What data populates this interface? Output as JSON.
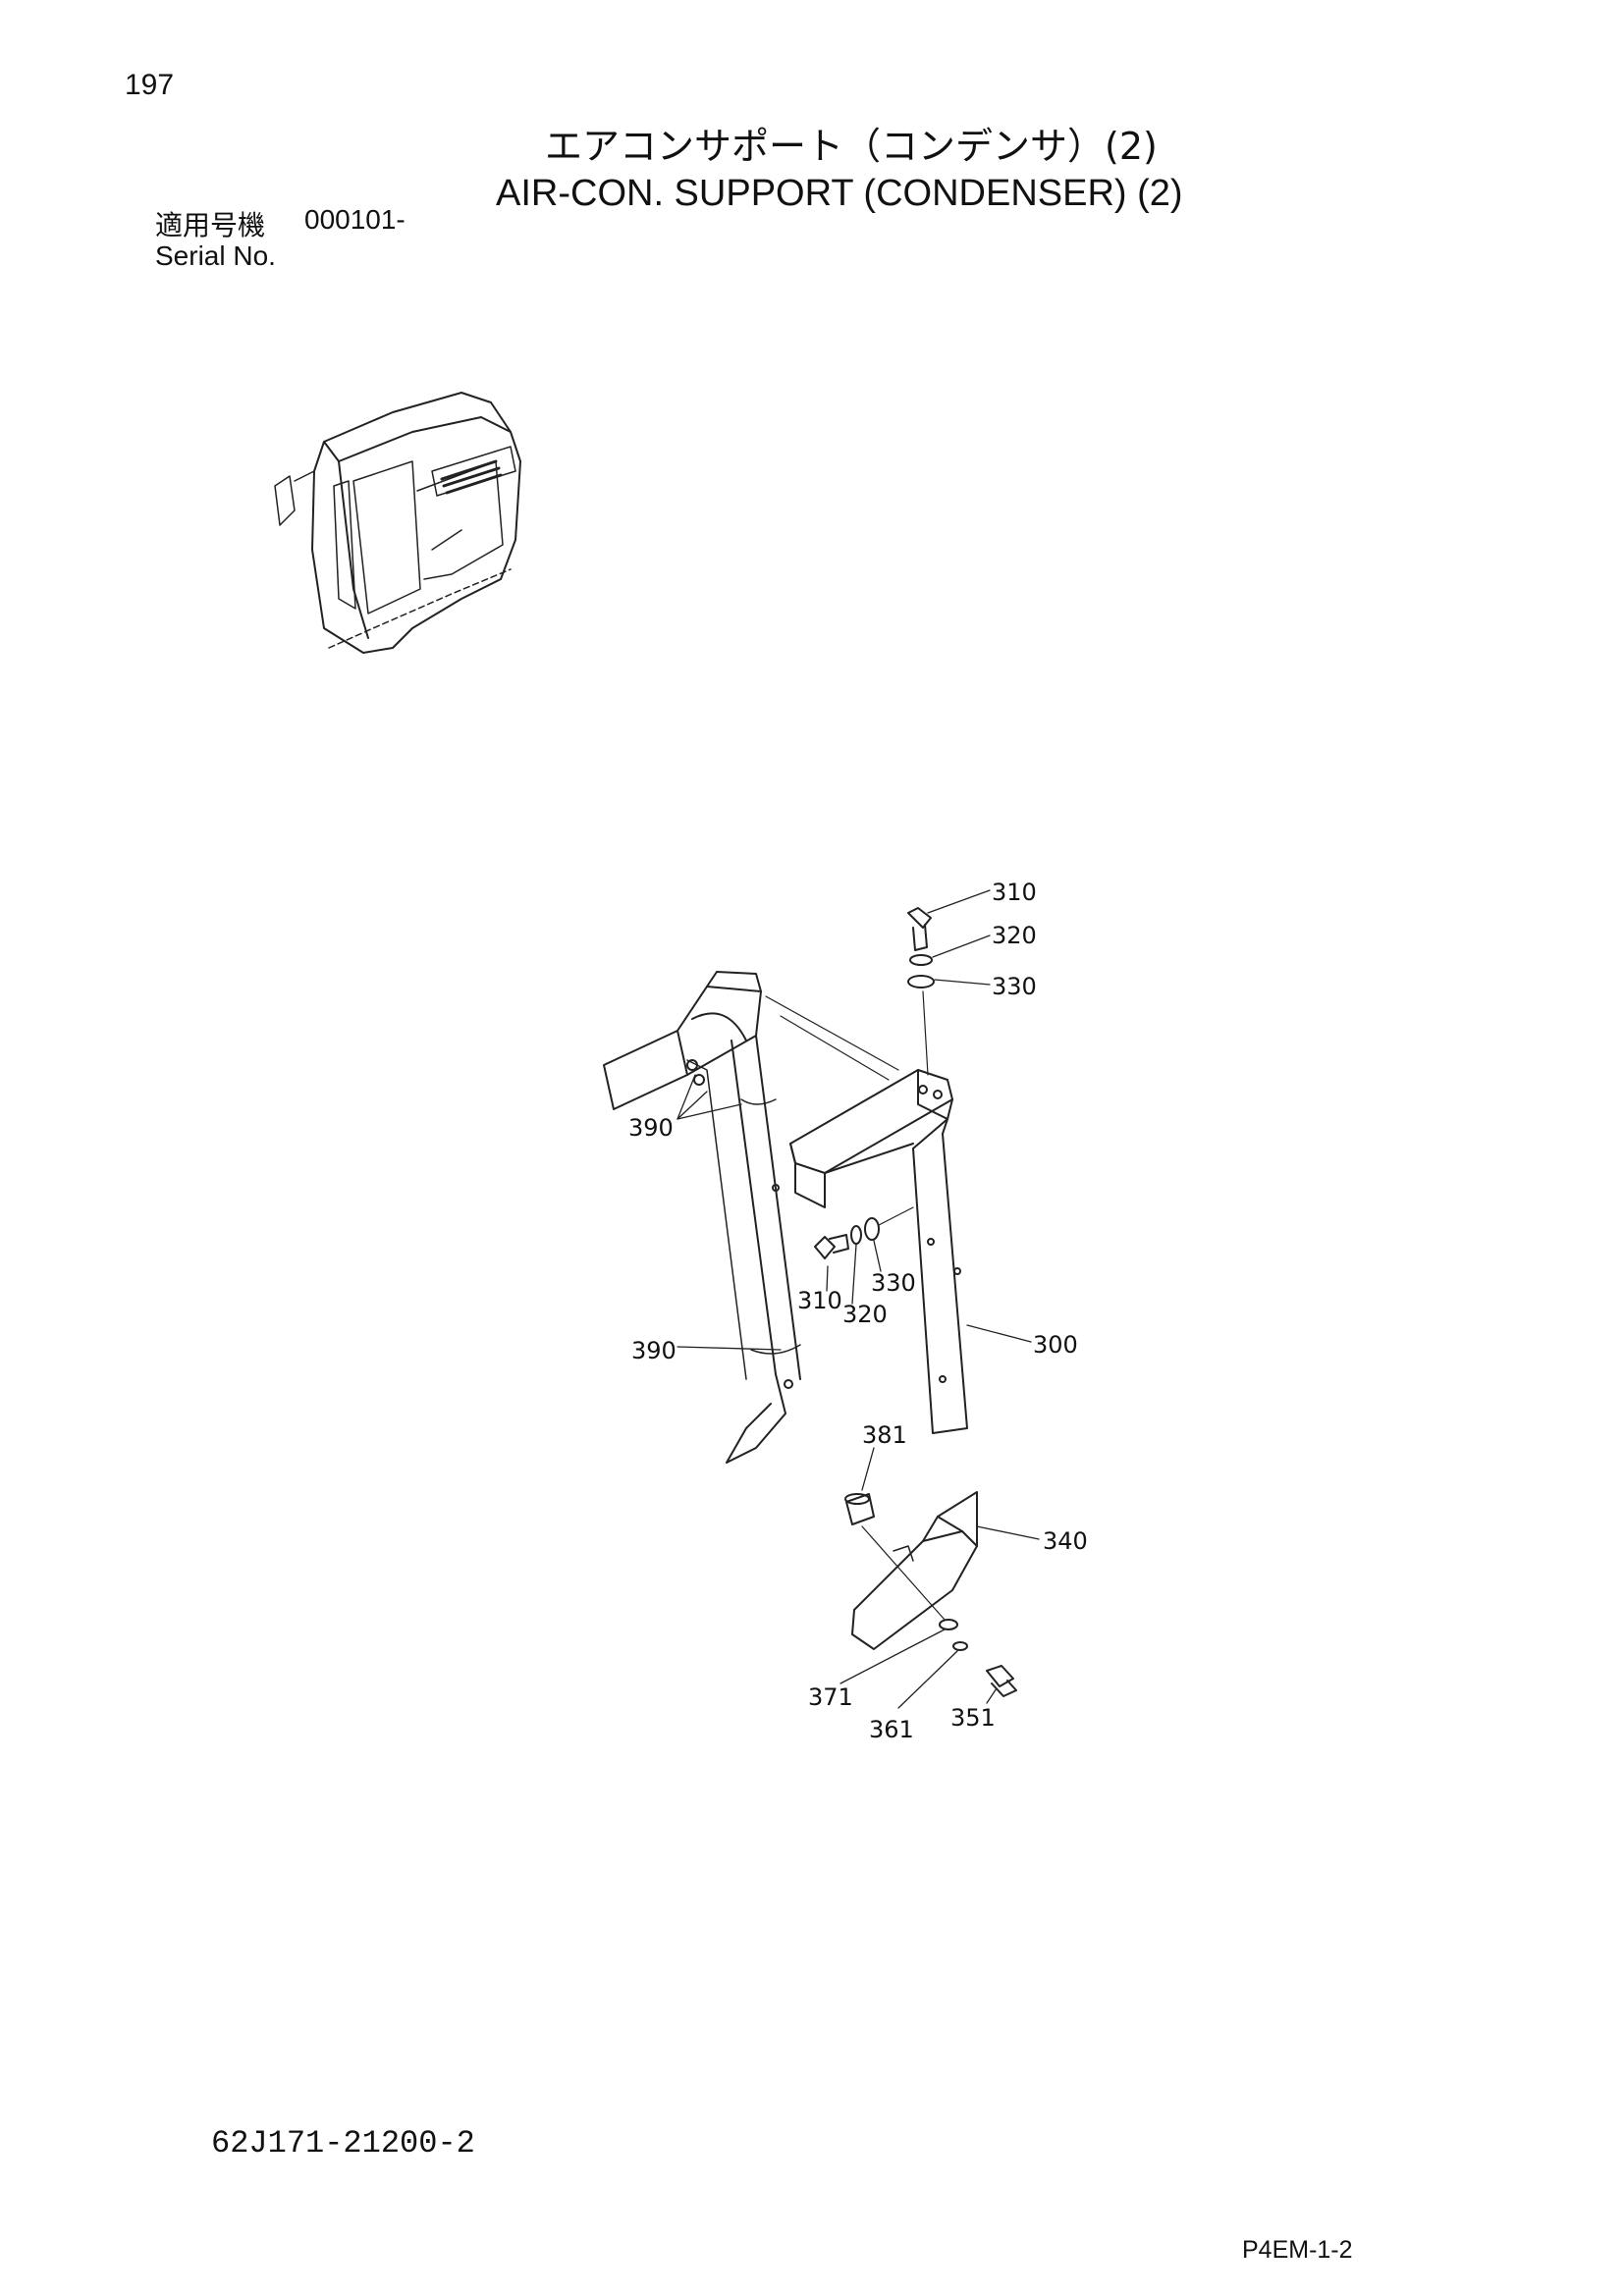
{
  "header": {
    "page_number": "197",
    "title_jp": "エアコンサポート（コンデンサ）(2)",
    "title_en": "AIR-CON. SUPPORT (CONDENSER) (2)",
    "serial_label_jp": "適用号機",
    "serial_range": "000101-",
    "serial_label_en": "Serial No."
  },
  "parts": [
    {
      "id": "p310a",
      "label": "310"
    },
    {
      "id": "p320a",
      "label": "320"
    },
    {
      "id": "p330a",
      "label": "330"
    },
    {
      "id": "p390a",
      "label": "390"
    },
    {
      "id": "p310b",
      "label": "310"
    },
    {
      "id": "p320b",
      "label": "320"
    },
    {
      "id": "p330b",
      "label": "330"
    },
    {
      "id": "p390b",
      "label": "390"
    },
    {
      "id": "p300",
      "label": "300"
    },
    {
      "id": "p381",
      "label": "381"
    },
    {
      "id": "p340",
      "label": "340"
    },
    {
      "id": "p371",
      "label": "371"
    },
    {
      "id": "p361",
      "label": "361"
    },
    {
      "id": "p351",
      "label": "351"
    }
  ],
  "footer": {
    "doc_code": "62J171-21200-2",
    "page_code": "P4EM-1-2"
  }
}
